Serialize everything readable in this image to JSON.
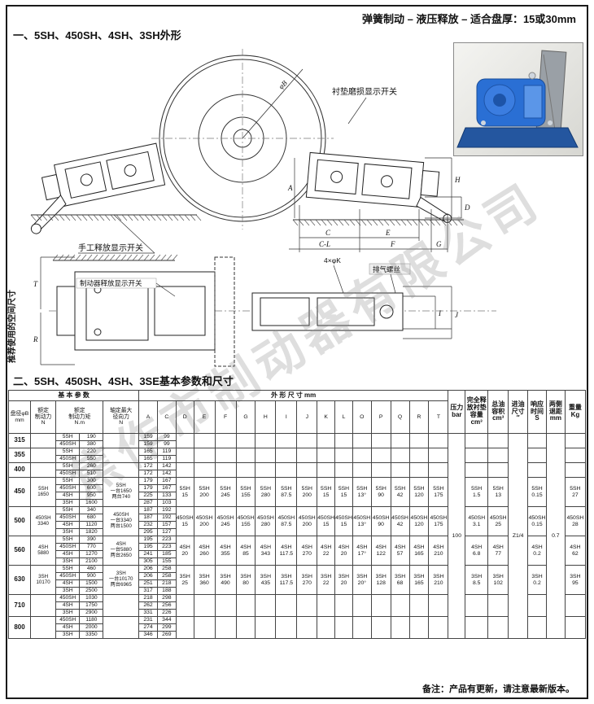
{
  "page": {
    "top_right_title": "弹簧制动 – 液压释放 – 适合盘厚：15或30mm",
    "section1_title": "一、5SH、450SH、4SH、3SH外形",
    "section2_title": "二、5SH、450SH、4SH、3SE基本参数和尺寸",
    "footer_note": "备注：产品有更新，请注意最新版本。",
    "watermark": "焦作市制动器有限公司"
  },
  "drawing": {
    "labels": {
      "pad_wear_switch": "衬垫磨损显示开关",
      "manual_release_switch": "手工释放显示开关",
      "brake_release_switch": "制动器释放显示开关",
      "bleed_screw": "排气螺丝",
      "bolt_holes": "4×φK",
      "space_note": "推荐使用的空间尺寸",
      "disc_dia": "φB",
      "dims_bottom": [
        "C",
        "E",
        "C-L",
        "F",
        "G"
      ],
      "dims_right": [
        "A",
        "H",
        "D"
      ],
      "dims_plan_left": [
        "T",
        "R"
      ],
      "dims_plan_right": [
        "I",
        "J"
      ]
    }
  },
  "table": {
    "header": {
      "basic_group": "基 本 参 数",
      "dims_group": "外 形 尺 寸 mm",
      "basic_cols": [
        "盘径φB\nmm",
        "额定\n制动力\nN",
        "额定\n制动力矩\nN.m",
        "轴定最大\n径向力\nN"
      ],
      "dim_cols": [
        "A",
        "C",
        "D",
        "E",
        "F",
        "G",
        "H",
        "I",
        "J",
        "K",
        "L",
        "O",
        "P",
        "Q",
        "R",
        "T"
      ],
      "right_cols": [
        "压力\nbar",
        "完全释\n放衬垫\n容量\ncm³",
        "总油\n容积\ncm³",
        "进油\n尺寸\n″",
        "响应\n时间\nS",
        "两侧\n退距\nmm",
        "重量\nKg"
      ]
    },
    "shared": {
      "pressure": "100",
      "inlet": "Z1/4",
      "clearance": "0.7"
    },
    "bands": {
      "5SH": {
        "D": "15",
        "E": "200",
        "F": "245",
        "G": "155",
        "H": "280",
        "I": "87.5",
        "J": "200",
        "K": "15",
        "L": "15",
        "O": "13°",
        "P": "90",
        "Q": "42",
        "R": "120",
        "T": "175",
        "vol": "1.5",
        "oil": "13",
        "resp": "0.15",
        "weight": "27"
      },
      "450SH": {
        "D": "15",
        "E": "200",
        "F": "245",
        "G": "155",
        "H": "280",
        "I": "87.5",
        "J": "200",
        "K": "15",
        "L": "15",
        "O": "13°",
        "P": "90",
        "Q": "42",
        "R": "120",
        "T": "175",
        "vol": "3.1",
        "oil": "25",
        "resp": "0.15",
        "weight": "28"
      },
      "4SH": {
        "D": "20",
        "E": "260",
        "F": "355",
        "G": "85",
        "H": "343",
        "I": "117.5",
        "J": "270",
        "K": "22",
        "L": "20",
        "O": "17°",
        "P": "122",
        "Q": "57",
        "R": "165",
        "T": "210",
        "vol": "6.8",
        "oil": "77",
        "resp": "0.2",
        "weight": "62"
      },
      "3SH": {
        "D": "25",
        "E": "360",
        "F": "490",
        "G": "80",
        "H": "435",
        "I": "117.5",
        "J": "270",
        "K": "22",
        "L": "20",
        "O": "20°",
        "P": "128",
        "Q": "68",
        "R": "165",
        "T": "210",
        "vol": "8.5",
        "oil": "102",
        "resp": "0.2",
        "weight": "95"
      }
    },
    "groups": [
      {
        "dia": "315",
        "rows": [
          {
            "model": "5SH",
            "torque": "190",
            "A": "159",
            "C": "99"
          },
          {
            "model": "450SH",
            "torque": "380",
            "A": "159",
            "C": "99"
          }
        ]
      },
      {
        "dia": "355",
        "rows": [
          {
            "model": "5SH",
            "torque": "220",
            "A": "165",
            "C": "119"
          },
          {
            "model": "450SH",
            "torque": "550",
            "A": "165",
            "C": "119"
          }
        ]
      },
      {
        "dia": "400",
        "rows": [
          {
            "model": "5SH",
            "torque": "260",
            "A": "172",
            "C": "142"
          },
          {
            "model": "450SH",
            "torque": "510",
            "A": "172",
            "C": "142"
          }
        ]
      },
      {
        "dia": "450",
        "band": "5SH",
        "force": "5SH\n1650",
        "radial": "5SH\n一台1650\n两台740",
        "rows": [
          {
            "model": "5SH",
            "torque": "300",
            "A": "179",
            "C": "167"
          },
          {
            "model": "450SH",
            "torque": "600",
            "A": "179",
            "C": "167"
          },
          {
            "model": "4SH",
            "torque": "950",
            "A": "225",
            "C": "133"
          },
          {
            "model": "3SH",
            "torque": "1600",
            "A": "287",
            "C": "103"
          }
        ]
      },
      {
        "dia": "500",
        "band": "450SH",
        "force": "450SH\n3340",
        "radial": "450SH\n一台3340\n两台1500",
        "rows": [
          {
            "model": "5SH",
            "torque": "340",
            "A": "187",
            "C": "192"
          },
          {
            "model": "450SH",
            "torque": "680",
            "A": "187",
            "C": "192"
          },
          {
            "model": "4SH",
            "torque": "1120",
            "A": "232",
            "C": "157"
          },
          {
            "model": "3SH",
            "torque": "1820",
            "A": "295",
            "C": "127"
          }
        ]
      },
      {
        "dia": "560",
        "band": "4SH",
        "force": "4SH\n5880",
        "radial": "4SH\n一台5880\n两台2650",
        "rows": [
          {
            "model": "5SH",
            "torque": "390",
            "A": "195",
            "C": "223"
          },
          {
            "model": "450SH",
            "torque": "770",
            "A": "195",
            "C": "223"
          },
          {
            "model": "4SH",
            "torque": "1270",
            "A": "241",
            "C": "185"
          },
          {
            "model": "3SH",
            "torque": "2100",
            "A": "305",
            "C": "155"
          }
        ]
      },
      {
        "dia": "630",
        "band": "3SH",
        "force": "3SH\n10170",
        "radial": "3SH\n一台10170\n两台6965",
        "rows": [
          {
            "model": "5SH",
            "torque": "460",
            "A": "206",
            "C": "258"
          },
          {
            "model": "450SH",
            "torque": "900",
            "A": "206",
            "C": "258"
          },
          {
            "model": "4SH",
            "torque": "1500",
            "A": "251",
            "C": "218"
          },
          {
            "model": "3SH",
            "torque": "2500",
            "A": "317",
            "C": "188"
          }
        ]
      },
      {
        "dia": "710",
        "rows": [
          {
            "model": "450SH",
            "torque": "1030",
            "A": "218",
            "C": "298"
          },
          {
            "model": "4SH",
            "torque": "1750",
            "A": "262",
            "C": "256"
          },
          {
            "model": "3SH",
            "torque": "2900",
            "A": "331",
            "C": "226"
          }
        ]
      },
      {
        "dia": "800",
        "rows": [
          {
            "model": "450SH",
            "torque": "1180",
            "A": "231",
            "C": "344"
          },
          {
            "model": "4SH",
            "torque": "2000",
            "A": "274",
            "C": "299"
          },
          {
            "model": "3SH",
            "torque": "3350",
            "A": "346",
            "C": "269"
          }
        ]
      }
    ]
  }
}
